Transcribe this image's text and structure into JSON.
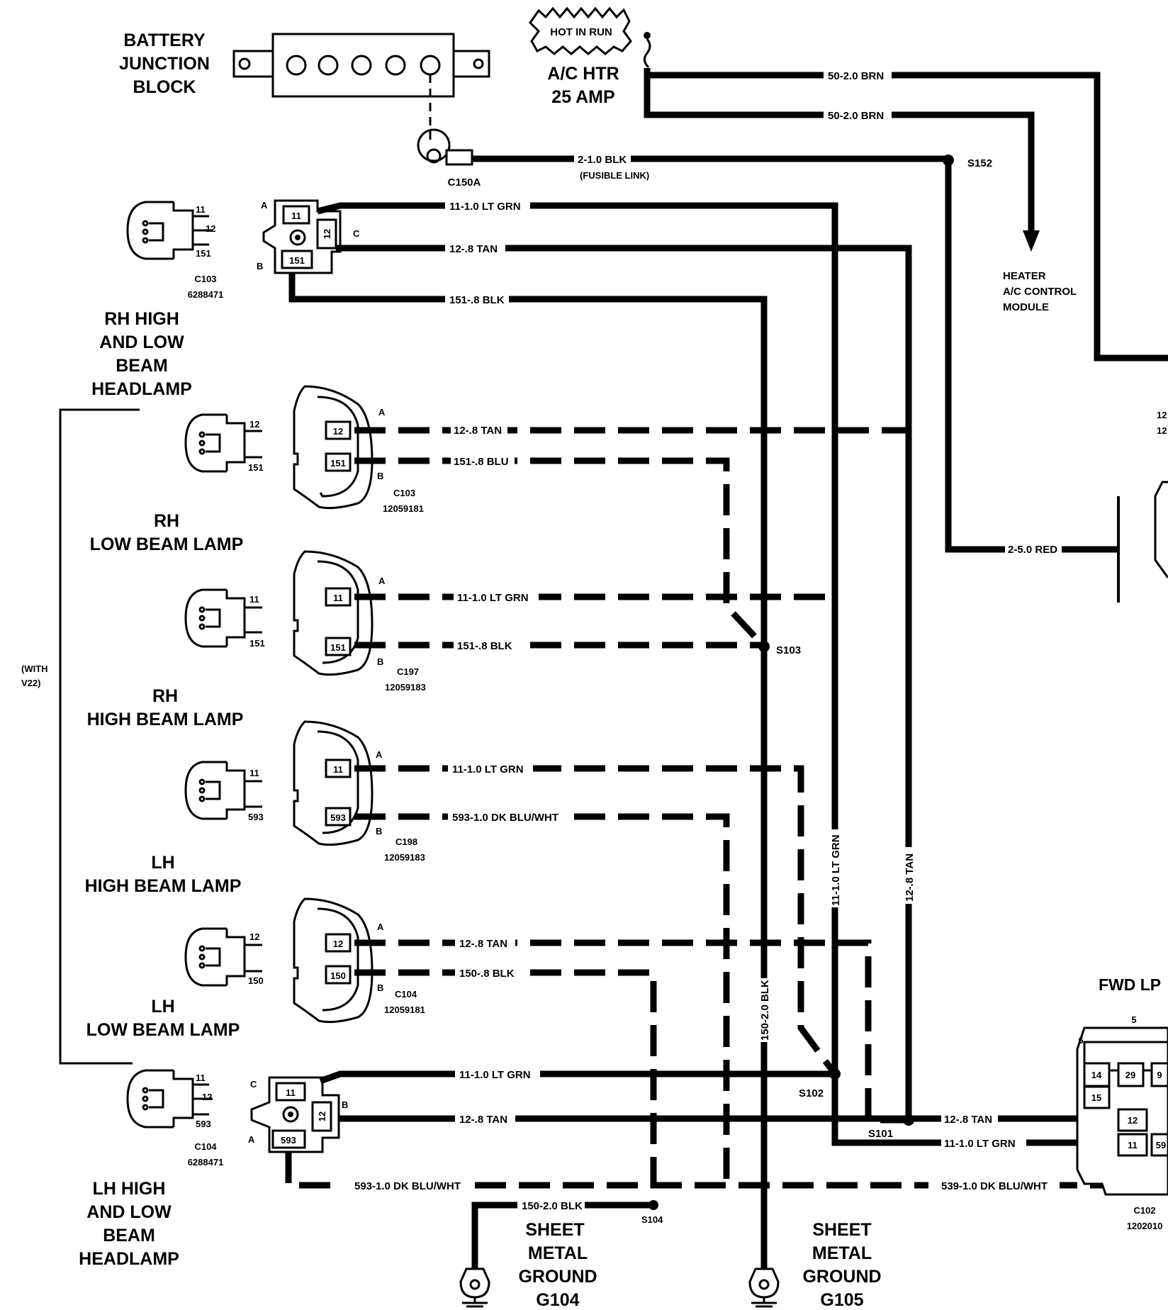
{
  "title_block": {
    "battery_junction": [
      "BATTERY",
      "JUNCTION",
      "BLOCK"
    ],
    "fuse_hot": "HOT IN RUN",
    "fuse_name": [
      "A/C HTR",
      "25 AMP"
    ]
  },
  "wires": {
    "brn1": "50-2.0 BRN",
    "brn2": "50-2.0 BRN",
    "blk_fusible": "2-1.0 BLK",
    "fusible_link": "(FUSIBLE LINK)",
    "rh_ltgrn": "11-1.0 LT GRN",
    "rh_tan": "12-.8 TAN",
    "rh_blk": "151-.8 BLK",
    "low_rh_tan": "12-.8 TAN",
    "low_rh_blu": "151-.8 BLU",
    "high_rh_ltgrn": "11-1.0 LT GRN",
    "high_rh_blk": "151-.8 BLK",
    "high_lh_ltgrn": "11-1.0 LT GRN",
    "high_lh_dkblu": "593-1.0 DK BLU/WHT",
    "low_lh_tan": "12-.8 TAN",
    "low_lh_blk": "150-.8 BLK",
    "lh_ltgrn": "11-1.0 LT GRN",
    "lh_tan": "12-.8 TAN",
    "bottom_dkblu_left": "593-1.0 DK BLU/WHT",
    "bottom_dkblu_right": "539-1.0 DK BLU/WHT",
    "g104_blk": "150-2.0 BLK",
    "vert_blk": "150-2.0 BLK",
    "vert_ltgrn": "11-1.0 LT GRN",
    "vert_tan": "12-.8 TAN",
    "red": "2-5.0 RED",
    "right_tan": "12-.8 TAN",
    "right_ltgrn": "11-1.0 LT GRN"
  },
  "connectors": {
    "c150a": "C150A",
    "c103_top": "C103",
    "c103_top_part": "6288471",
    "c103": "C103",
    "c103_part": "12059181",
    "c197": "C197",
    "c197_part": "12059183",
    "c198": "C198",
    "c198_part": "12059183",
    "c104": "C104",
    "c104_part": "12059181",
    "c104_bottom": "C104",
    "c104_bottom_part": "6288471",
    "c102": "C102",
    "c102_part": "1202010"
  },
  "splices": {
    "s152": "S152",
    "s103": "S103",
    "s102": "S102",
    "s101": "S101",
    "s104": "S104"
  },
  "components": {
    "rh_hilo": [
      "RH HIGH",
      "AND LOW",
      "BEAM",
      "HEADLAMP"
    ],
    "rh_low": [
      "RH",
      "LOW BEAM LAMP"
    ],
    "rh_high": [
      "RH",
      "HIGH BEAM LAMP"
    ],
    "lh_high": [
      "LH",
      "HIGH BEAM LAMP"
    ],
    "lh_low": [
      "LH",
      "LOW BEAM LAMP"
    ],
    "lh_hilo": [
      "LH HIGH",
      "AND LOW",
      "BEAM",
      "HEADLAMP"
    ],
    "heater": [
      "HEATER",
      "A/C CONTROL",
      "MODULE"
    ],
    "with_v22": [
      "(WITH",
      "V22)"
    ],
    "fwd_lp": "FWD LP",
    "ground_left": [
      "SHEET",
      "METAL",
      "GROUND",
      "G104"
    ],
    "ground_right": [
      "SHEET",
      "METAL",
      "GROUND",
      "G105"
    ]
  },
  "pins": {
    "p11": "11",
    "p12": "12",
    "p151": "151",
    "p593": "593",
    "p150": "150",
    "pA": "A",
    "pB": "B",
    "pC": "C",
    "c102_5": "5",
    "c102_6": "6",
    "c102_14": "14",
    "c102_29": "29",
    "c102_9": "9",
    "c102_15": "15",
    "c102_12": "12",
    "c102_11": "11",
    "c102_59": "59"
  }
}
